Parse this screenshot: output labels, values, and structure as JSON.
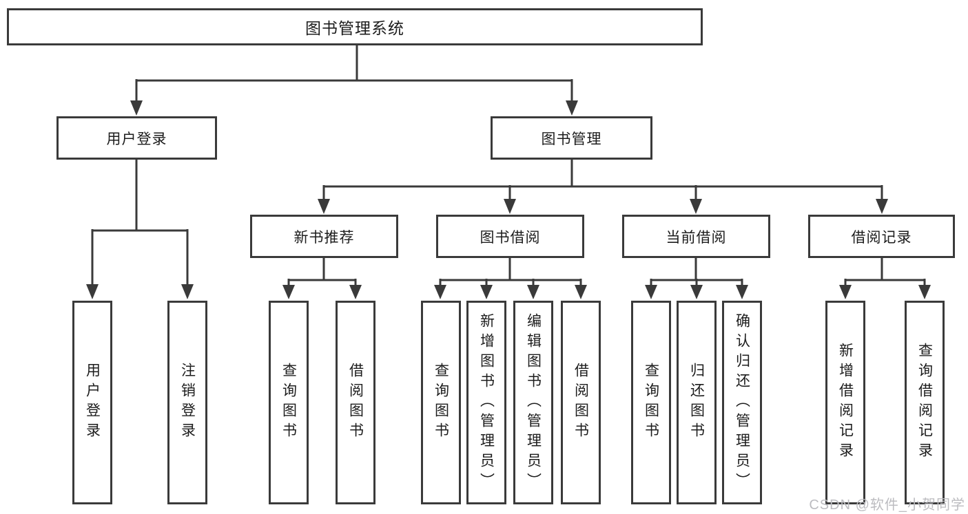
{
  "diagram": {
    "root": {
      "label": "图书管理系统"
    },
    "branches": [
      {
        "label": "用户登录",
        "leaves": [
          {
            "label": "用户登录"
          },
          {
            "label": "注销登录"
          }
        ]
      },
      {
        "label": "图书管理",
        "groups": [
          {
            "label": "新书推荐",
            "leaves": [
              {
                "label": "查询图书"
              },
              {
                "label": "借阅图书"
              }
            ]
          },
          {
            "label": "图书借阅",
            "leaves": [
              {
                "label": "查询图书"
              },
              {
                "label": "新增图书（管理员）"
              },
              {
                "label": "编辑图书（管理员）"
              },
              {
                "label": "借阅图书"
              }
            ]
          },
          {
            "label": "当前借阅",
            "leaves": [
              {
                "label": "查询图书"
              },
              {
                "label": "归还图书"
              },
              {
                "label": "确认归还（管理员）"
              }
            ]
          },
          {
            "label": "借阅记录",
            "leaves": [
              {
                "label": "新增借阅记录"
              },
              {
                "label": "查询借阅记录"
              }
            ]
          }
        ]
      }
    ]
  },
  "watermark": {
    "label": "CSDN @软件_小贺同学"
  },
  "colors": {
    "line": "#3a3a3a",
    "text": "#1c1c1c",
    "watermark": "#bcbcc0",
    "background": "#ffffff"
  }
}
